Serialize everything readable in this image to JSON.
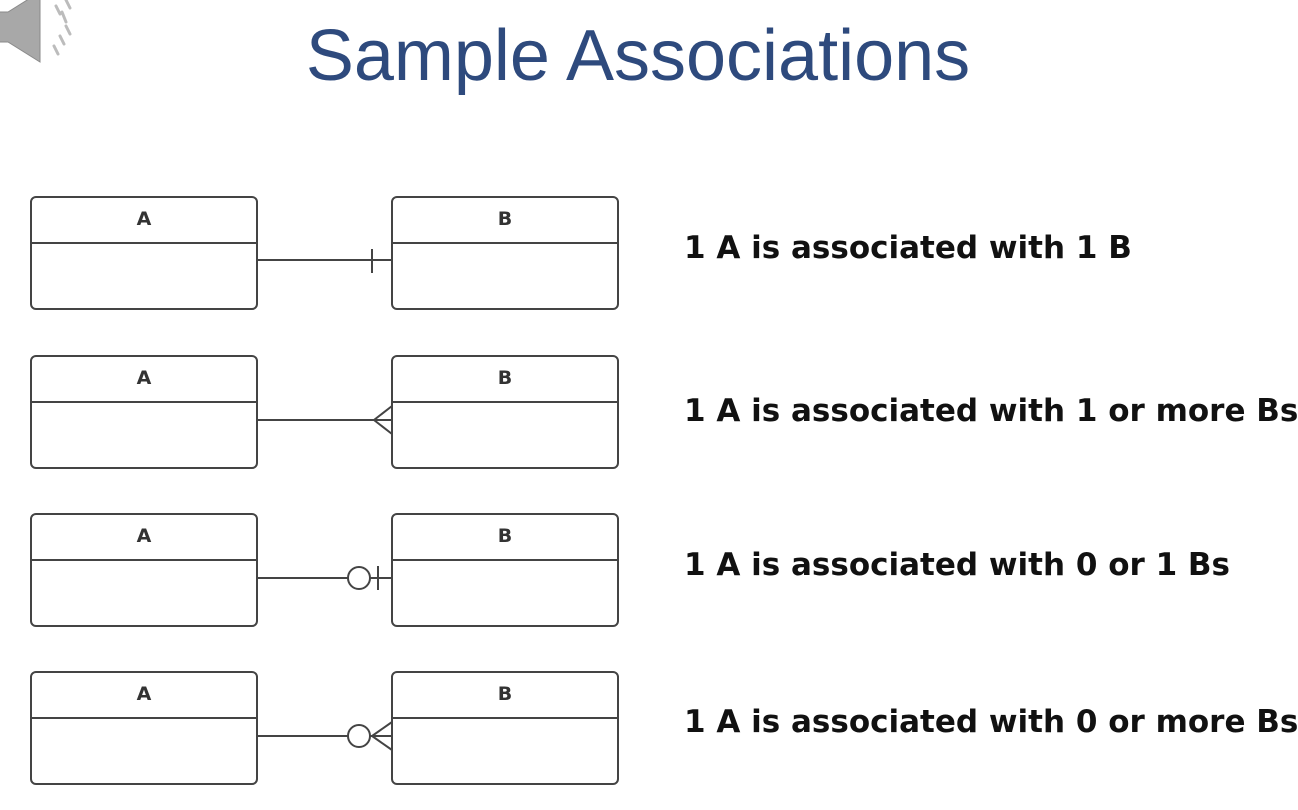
{
  "slide": {
    "title": "Sample Associations",
    "icons": {
      "speaker": "speaker-icon"
    }
  },
  "associations": [
    {
      "left_entity": "A",
      "right_entity": "B",
      "cardinality": "one-and-only-one",
      "description": "1 A is associated with 1 B"
    },
    {
      "left_entity": "A",
      "right_entity": "B",
      "cardinality": "one-or-many",
      "description": "1 A is associated with 1 or more Bs"
    },
    {
      "left_entity": "A",
      "right_entity": "B",
      "cardinality": "zero-or-one",
      "description": "1 A is associated with 0 or 1 Bs"
    },
    {
      "left_entity": "A",
      "right_entity": "B",
      "cardinality": "zero-or-many",
      "description": "1 A is associated with 0 or more Bs"
    }
  ],
  "colors": {
    "title": "#2e4a7d",
    "line": "#444444",
    "speaker": "#9a9a9a"
  }
}
